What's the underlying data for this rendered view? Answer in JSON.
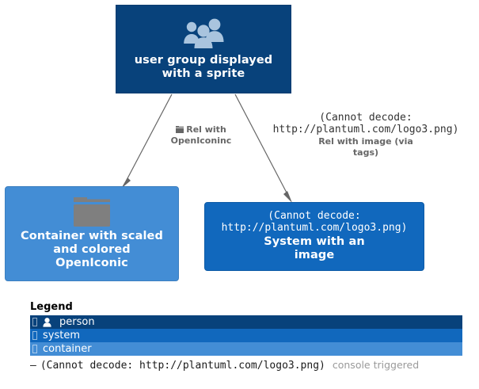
{
  "diagram": {
    "nodes": {
      "person": {
        "name": "user group displayed with a sprite",
        "line1": "user group displayed",
        "line2": "with a sprite",
        "sprite": "users-group-sprite",
        "color": "#08427B"
      },
      "container": {
        "line1": "Container with scaled",
        "line2": "and colored",
        "line3": "OpenIconic",
        "sprite": "folder-sprite",
        "color": "#438DD5"
      },
      "system": {
        "mono1": "(Cannot decode:",
        "mono2": "http://plantuml.com/logo3.png)",
        "line1": "System with an",
        "line2": "image",
        "color": "#1168BD"
      }
    },
    "edges": {
      "left": {
        "icon": "folder-icon",
        "line1": "Rel with",
        "line2": "OpenIconinc"
      },
      "right": {
        "mono1": "(Cannot decode:",
        "mono2": "http://plantuml.com/logo3.png)",
        "line1": "Rel with image (via",
        "line2": "tags)"
      }
    },
    "arrow_color": "#666666"
  },
  "legend": {
    "title": "Legend",
    "rows": [
      {
        "icon": "person-icon",
        "label": "person",
        "color": "#08427B"
      },
      {
        "icon": "missing-glyph",
        "label": "system",
        "color": "#1168BD"
      },
      {
        "icon": "missing-glyph",
        "label": "container",
        "color": "#438DD5"
      }
    ],
    "footer": {
      "dash": "—",
      "text": "(Cannot decode: http://plantuml.com/logo3.png)",
      "note": "console triggered"
    }
  }
}
